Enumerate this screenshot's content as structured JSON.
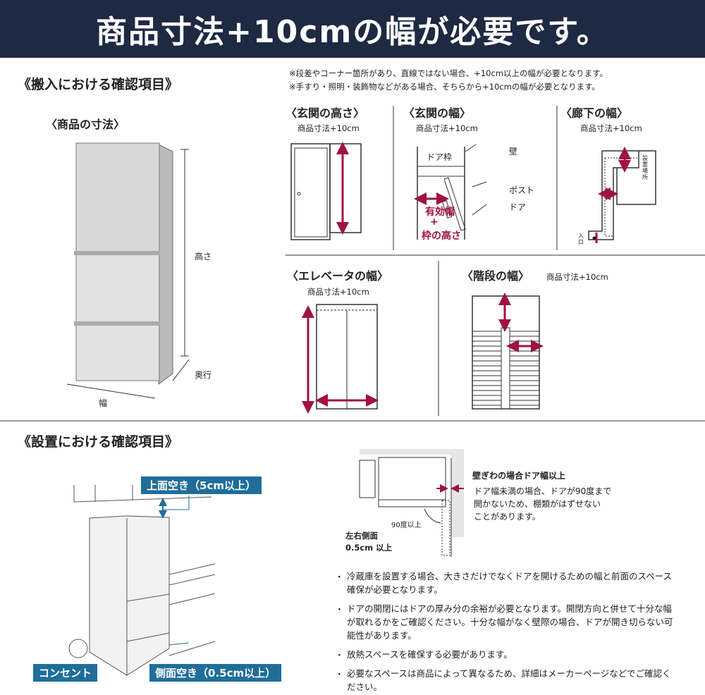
{
  "header": {
    "title": "商品寸法+10cmの幅が必要です。"
  },
  "colors": {
    "header_bg": "#1e2a42",
    "accent_red": "#a0123f",
    "label_blue": "#1f6e9a"
  },
  "delivery": {
    "title": "《搬入における確認項目》",
    "product_size": {
      "title": "〈商品の寸法〉",
      "height": "高さ",
      "depth": "奥行",
      "width": "幅"
    },
    "notes": [
      "※段差やコーナー箇所があり、直線ではない場合、+10cm以上の幅が必要となります。",
      "※手すり・照明・装飾物などがある場合、そちらから+10cmの幅が必要となります。"
    ],
    "entrance_height": {
      "title": "〈玄関の高さ〉",
      "sub": "商品寸法+10cm"
    },
    "entrance_width": {
      "title": "〈玄関の幅〉",
      "sub": "商品寸法+10cm",
      "door_frame": "ドア枠",
      "wall": "壁",
      "post": "ポスト",
      "door": "ドア",
      "effective": "有効幅",
      "plus": "+",
      "frame_height": "枠の高さ"
    },
    "hallway": {
      "title": "〈廊下の幅〉",
      "sub": "商品寸法+10cm",
      "install": "設置場所",
      "entry": "入口"
    },
    "elevator": {
      "title": "〈エレベータの幅〉",
      "sub": "商品寸法+10cm"
    },
    "stairs": {
      "title": "〈階段の幅〉",
      "sub": "商品寸法+10cm"
    }
  },
  "install": {
    "title": "《設置における確認項目》",
    "top_gap": "上面空き（5cm以上）",
    "outlet": "コンセント",
    "side_gap": "側面空き（0.5cm以上）",
    "wall_title": "壁ぎわの場合ドア幅以上",
    "wall_desc": [
      "ドア幅未満の場合、ドアが90度まで",
      "開かないため、棚類がはずせない",
      "ことがあります。"
    ],
    "angle": "90度以上",
    "side": [
      "左右側面",
      "0.5cm 以上"
    ],
    "bullets": [
      "冷蔵庫を設置する場合、大きさだけでなくドアを開けるための幅と前面のスペース確保が必要となります。",
      "ドアの開閉にはドアの厚み分の余裕が必要となります。開閉方向と併せて十分な幅が取れるかをご確認ください。十分な幅がなく壁際の場合、ドアが開き切らない可能性があります。",
      "放熱スペースを確保する必要があります。",
      "必要なスペースは商品によって異なるため、詳細はメーカーページなどでご確認ください。"
    ]
  }
}
